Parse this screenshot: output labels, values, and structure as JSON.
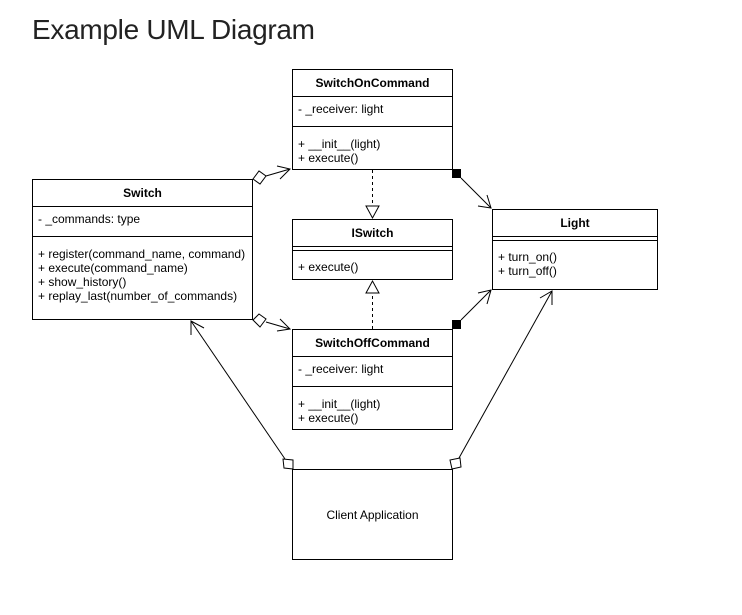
{
  "title": "Example UML Diagram",
  "classes": {
    "switch_on": {
      "name": "SwitchOnCommand",
      "attributes": [
        "- _receiver: light"
      ],
      "methods": [
        "+ __init__(light)",
        "+ execute()"
      ]
    },
    "switch": {
      "name": "Switch",
      "attributes": [
        "- _commands: type"
      ],
      "methods": [
        "+ register(command_name, command)",
        "+ execute(command_name)",
        "+ show_history()",
        "+ replay_last(number_of_commands)"
      ]
    },
    "iswitch": {
      "name": "ISwitch",
      "attributes": [],
      "methods": [
        "+ execute()"
      ]
    },
    "light": {
      "name": "Light",
      "attributes": [],
      "methods": [
        "+ turn_on()",
        "+ turn_off()"
      ]
    },
    "switch_off": {
      "name": "SwitchOffCommand",
      "attributes": [
        "- _receiver: light"
      ],
      "methods": [
        "+ __init__(light)",
        "+ execute()"
      ]
    }
  },
  "client": {
    "label": "Client Application"
  }
}
